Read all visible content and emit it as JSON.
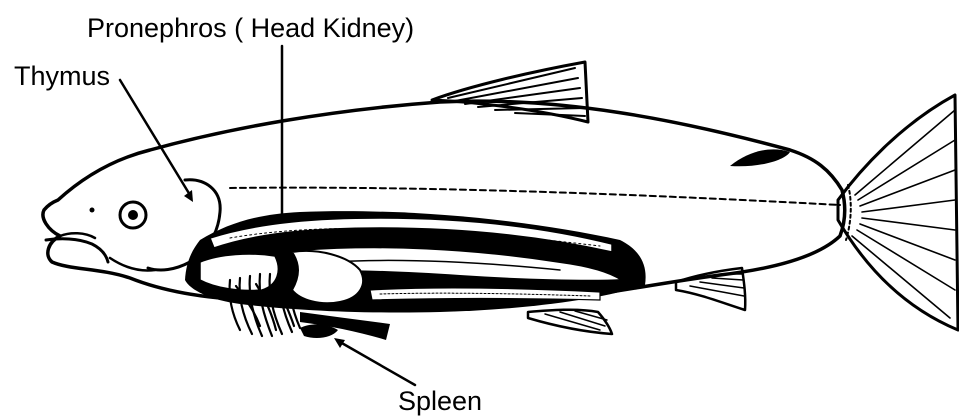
{
  "labels": {
    "pronephros": "Pronephros ( Head Kidney)",
    "thymus": "Thymus",
    "spleen": "Spleen"
  },
  "colors": {
    "ink": "#000000",
    "background": "#ffffff"
  }
}
